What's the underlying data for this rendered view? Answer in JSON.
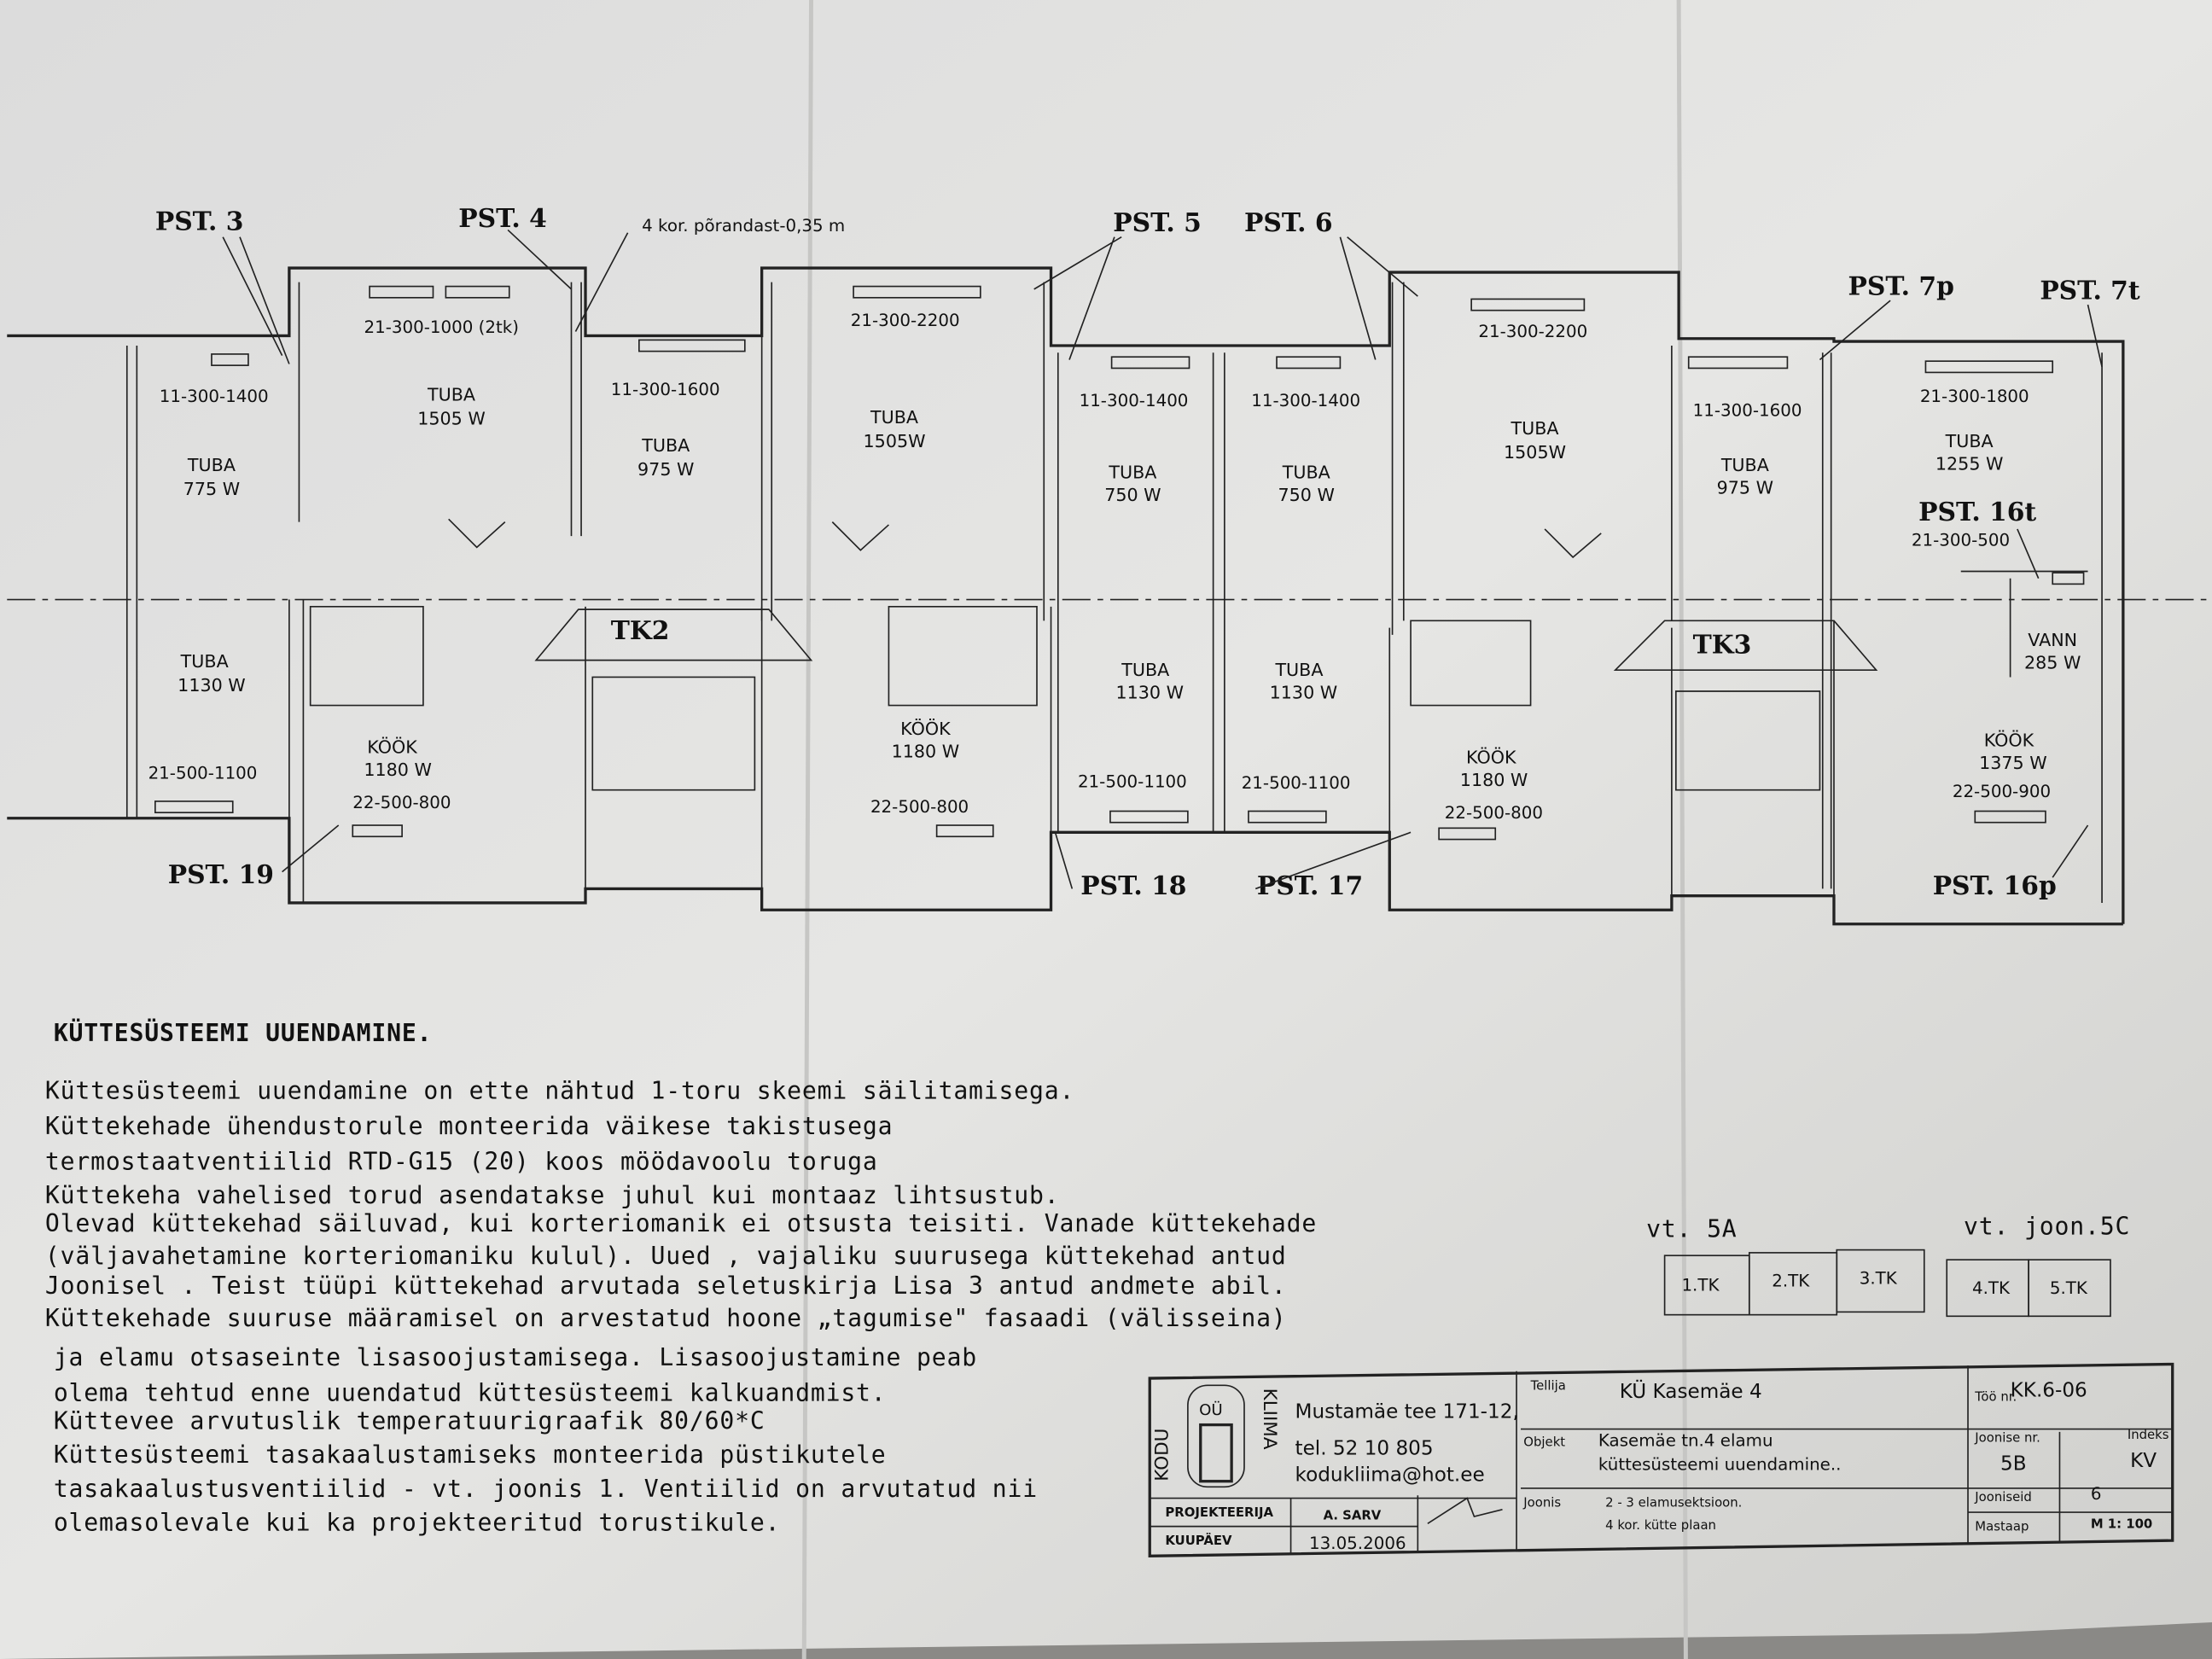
{
  "drawing": {
    "pst_labels": [
      "PST. 3",
      "PST. 4",
      "PST. 5",
      "PST. 6",
      "PST. 7p",
      "PST. 7t",
      "PST. 16t",
      "PST. 19",
      "PST. 18",
      "PST. 17",
      "PST. 16p"
    ],
    "floor_note": "4 kor. põrandast-0,35 m",
    "radiators": [
      "21-300-1000 (2tk)",
      "11-300-1400",
      "11-300-1600",
      "21-300-2200",
      "11-300-1400",
      "11-300-1400",
      "21-300-2200",
      "11-300-1600",
      "21-300-1800",
      "21-300-500",
      "21-500-1100",
      "22-500-800",
      "22-500-800",
      "21-500-1100",
      "21-500-1100",
      "22-500-800",
      "22-500-900"
    ],
    "rooms": [
      {
        "name": "TUBA",
        "power": "775 W"
      },
      {
        "name": "TUBA",
        "power": "1505 W"
      },
      {
        "name": "TUBA",
        "power": "975 W"
      },
      {
        "name": "TUBA",
        "power": "1505W"
      },
      {
        "name": "TUBA",
        "power": "750 W"
      },
      {
        "name": "TUBA",
        "power": "750 W"
      },
      {
        "name": "TUBA",
        "power": "1505W"
      },
      {
        "name": "TUBA",
        "power": "975 W"
      },
      {
        "name": "TUBA",
        "power": "1255 W"
      },
      {
        "name": "TUBA",
        "power": "1130 W"
      },
      {
        "name": "KÖÖK",
        "power": "1180 W"
      },
      {
        "name": "KÖÖK",
        "power": "1180 W"
      },
      {
        "name": "TUBA",
        "power": "1130 W"
      },
      {
        "name": "TUBA",
        "power": "1130 W"
      },
      {
        "name": "KÖÖK",
        "power": "1180 W"
      },
      {
        "name": "VANN",
        "power": "285 W"
      },
      {
        "name": "KÖÖK",
        "power": "1375 W"
      }
    ],
    "stairwells": [
      "TK2",
      "TK3"
    ]
  },
  "notes": {
    "title": "KÜTTESÜSTEEMI UUENDAMINE.",
    "lines": [
      "Küttesüsteemi uuendamine on ette nähtud 1-toru skeemi säilitamisega.",
      "Küttekehade ühendustorule monteerida väikese takistusega",
      "termostaatventiilid RTD-G15 (20) koos möödavoolu toruga",
      "Küttekeha vahelised torud asendatakse juhul kui montaaz lihtsustub.",
      "Olevad küttekehad säiluvad, kui korteriomanik ei otsusta teisiti. Vanade küttekehade",
      "(väljavahetamine korteriomaniku kulul). Uued , vajaliku suurusega küttekehad antud",
      "Joonisel . Teist tüüpi küttekehad arvutada seletuskirja Lisa 3 antud andmete abil.",
      "Küttekehade suuruse määramisel on arvestatud hoone „tagumise\" fasaadi (välisseina)",
      "ja elamu otsaseinte lisasoojustamisega. Lisasoojustamine peab",
      "olema tehtud enne uuendatud küttesüsteemi kalkuandmist.",
      "Küttevee arvutuslik temperatuurigraafik 80/60*C",
      "Küttesüsteemi tasakaalustamiseks monteerida püstikutele",
      "tasakaalustusventiilid - vt. joonis 1. Ventiilid on arvutatud nii",
      "olemasolevale kui ka projekteeritud torustikule."
    ]
  },
  "key_plan": {
    "ref_left": "vt. 5A",
    "ref_right": "vt. joon.5C",
    "sections": [
      "1.TK",
      "2.TK",
      "3.TK",
      "4.TK",
      "5.TK"
    ]
  },
  "title_block": {
    "logo_text": "KODU OÜ KLIIMA",
    "address": "Mustamäe tee 171-12,",
    "phone": "tel. 52 10 805",
    "email": "kodukliima@hot.ee",
    "designer_label": "PROJEKTEERIJA",
    "designer": "A. SARV",
    "date_label": "KUUPÄEV",
    "date": "13.05.2006",
    "client_label": "Tellija",
    "client": "KÜ Kasemäe 4",
    "object_label": "Objekt",
    "object_line1": "Kasemäe tn.4 elamu",
    "object_line2": "küttesüsteemi uuendamine..",
    "drawing_label": "Joonis",
    "drawing_line1": "2 - 3 elamusektsioon.",
    "drawing_line2": "4 kor. kütte plaan",
    "work_no_label": "Töö nr.",
    "work_no": "KK.6-06",
    "sheet_no_label": "Joonise nr.",
    "sheet_no": "5B",
    "index_label": "Indeks",
    "index": "KV",
    "sheets_label": "Jooniseid",
    "sheets": "6",
    "scale_label": "Mastaap",
    "scale": "M 1: 100"
  }
}
